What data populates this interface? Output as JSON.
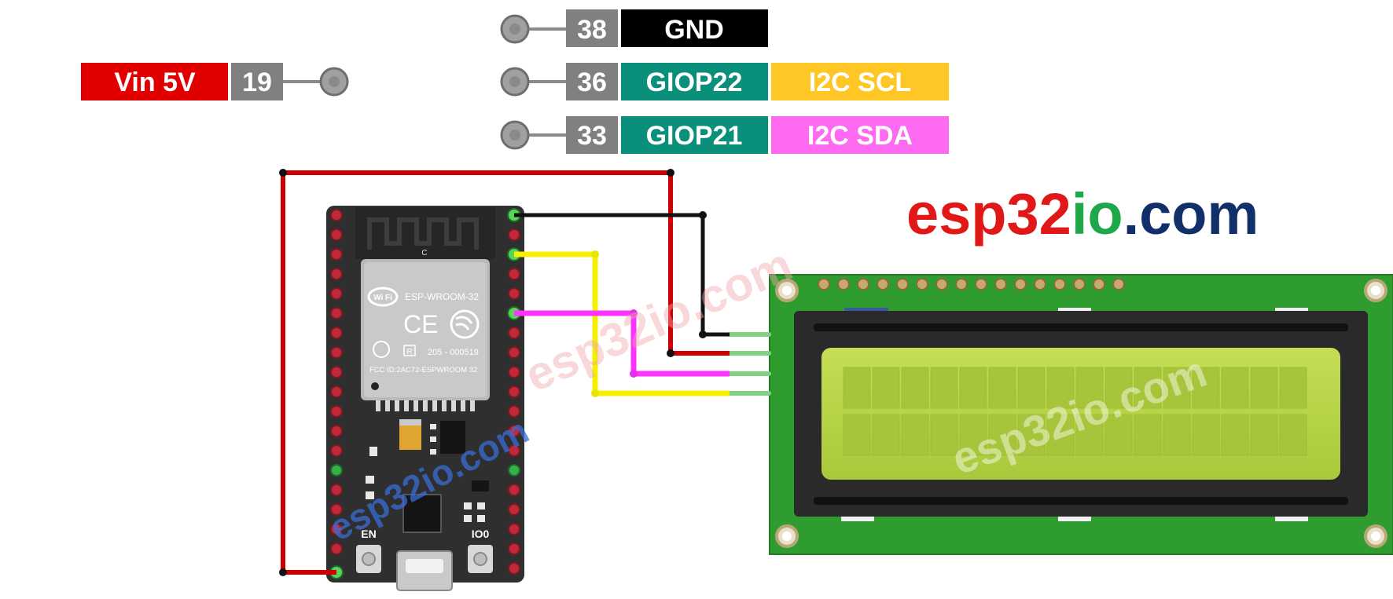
{
  "brand": {
    "part1": "esp32",
    "part2": "io",
    "part3": ".com"
  },
  "watermark": "esp32io.com",
  "esp32": {
    "module_label": "ESP-WROOM-32",
    "wifi_label": "Wi Fi",
    "ce_label": "CE",
    "r_label": "R",
    "cert_code": "205 - 000519",
    "fcc_label": "FCC ID:2AC72-ESPWROOM 32",
    "antenna_mark": "C",
    "en_label": "EN",
    "io0_label": "IO0"
  },
  "pins": [
    {
      "number": "38",
      "name": "GND",
      "name_color": "#000000",
      "func": "",
      "func_color": ""
    },
    {
      "number": "36",
      "name": "GIOP22",
      "name_color": "#0a8f7a",
      "func": "I2C SCL",
      "func_color": "#ffc726"
    },
    {
      "number": "33",
      "name": "GIOP21",
      "name_color": "#0a8f7a",
      "func": "I2C SDA",
      "func_color": "#ff6bf0"
    }
  ],
  "left_pin": {
    "label": "Vin 5V",
    "label_color": "#e00000",
    "number": "19"
  },
  "colors": {
    "pin_number_bg": "#808080",
    "wire_vin": "#cc0000",
    "wire_gnd": "#111111",
    "wire_scl": "#f5f000",
    "wire_sda": "#ff33ff",
    "board": "#2f2f2f",
    "lcd_pcb": "#2f9c2f",
    "lcd_screen": "#b8d44a"
  }
}
